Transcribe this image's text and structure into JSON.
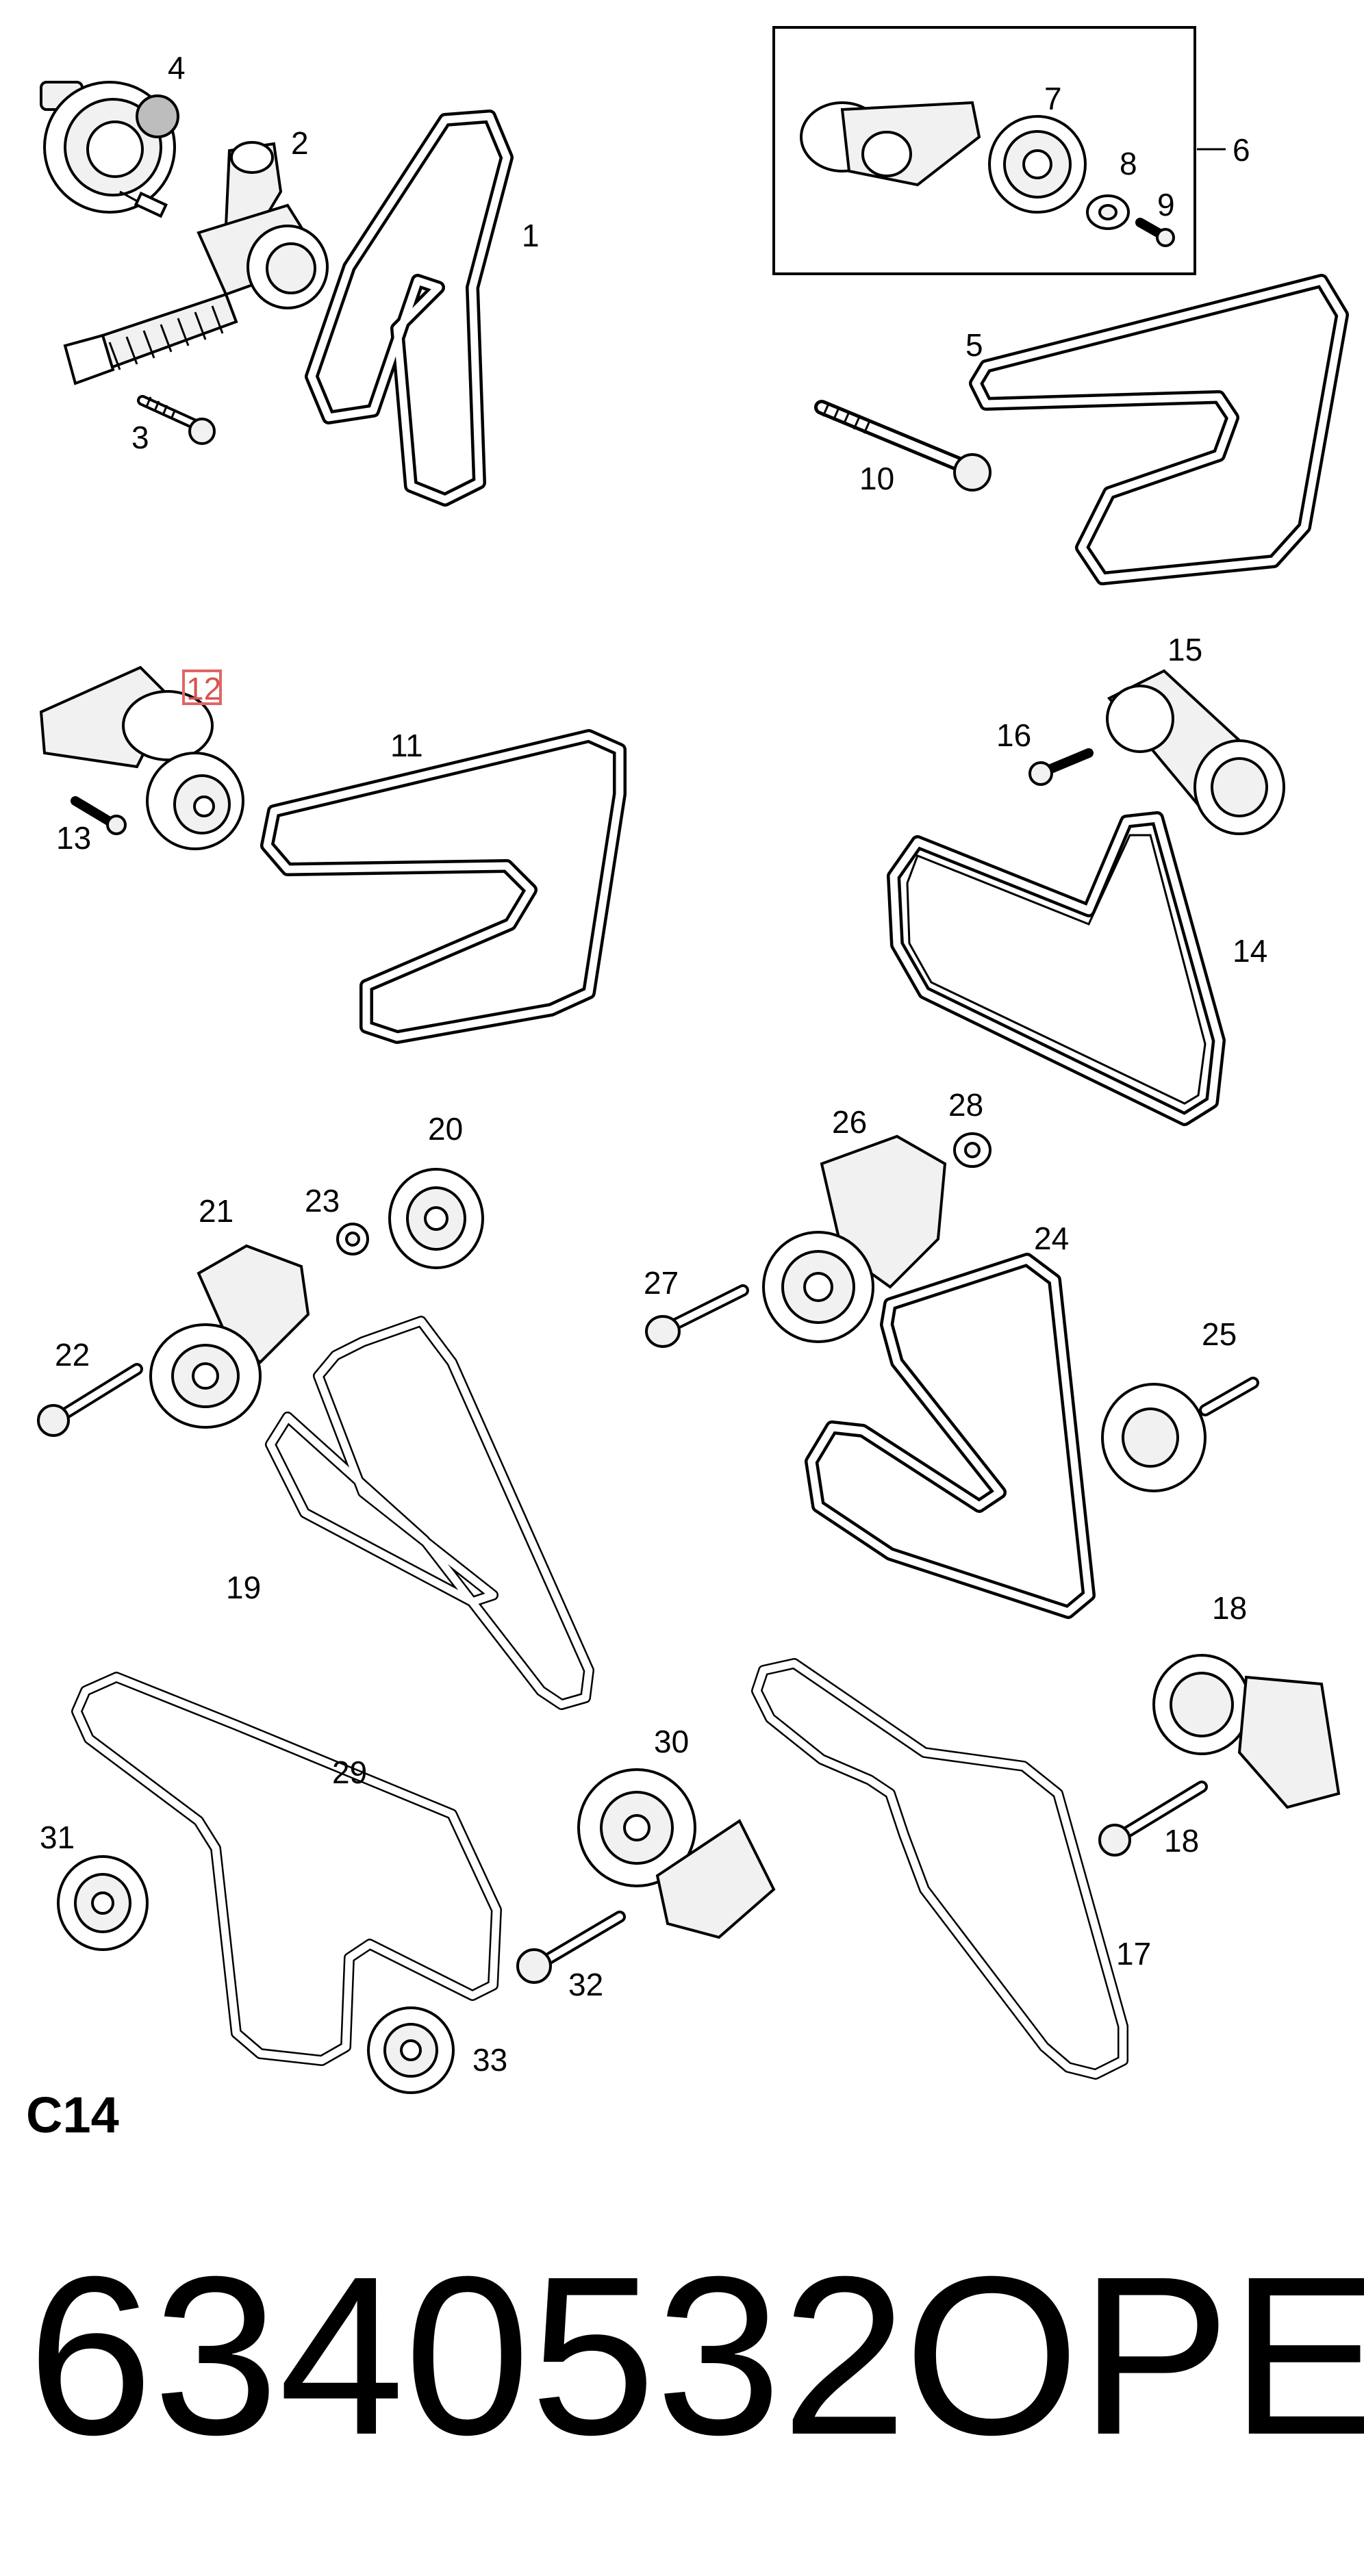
{
  "diagram": {
    "section_code": "C14",
    "part_number": "6340532",
    "brand": "OPEL",
    "highlight_color": "#d9534f",
    "callouts": [
      "1",
      "2",
      "3",
      "4",
      "5",
      "6",
      "7",
      "8",
      "9",
      "10",
      "11",
      "12",
      "13",
      "14",
      "15",
      "16",
      "17",
      "18",
      "18",
      "19",
      "20",
      "21",
      "22",
      "23",
      "24",
      "25",
      "26",
      "27",
      "28",
      "29",
      "30",
      "31",
      "32",
      "33"
    ],
    "highlighted_callout": "12"
  }
}
